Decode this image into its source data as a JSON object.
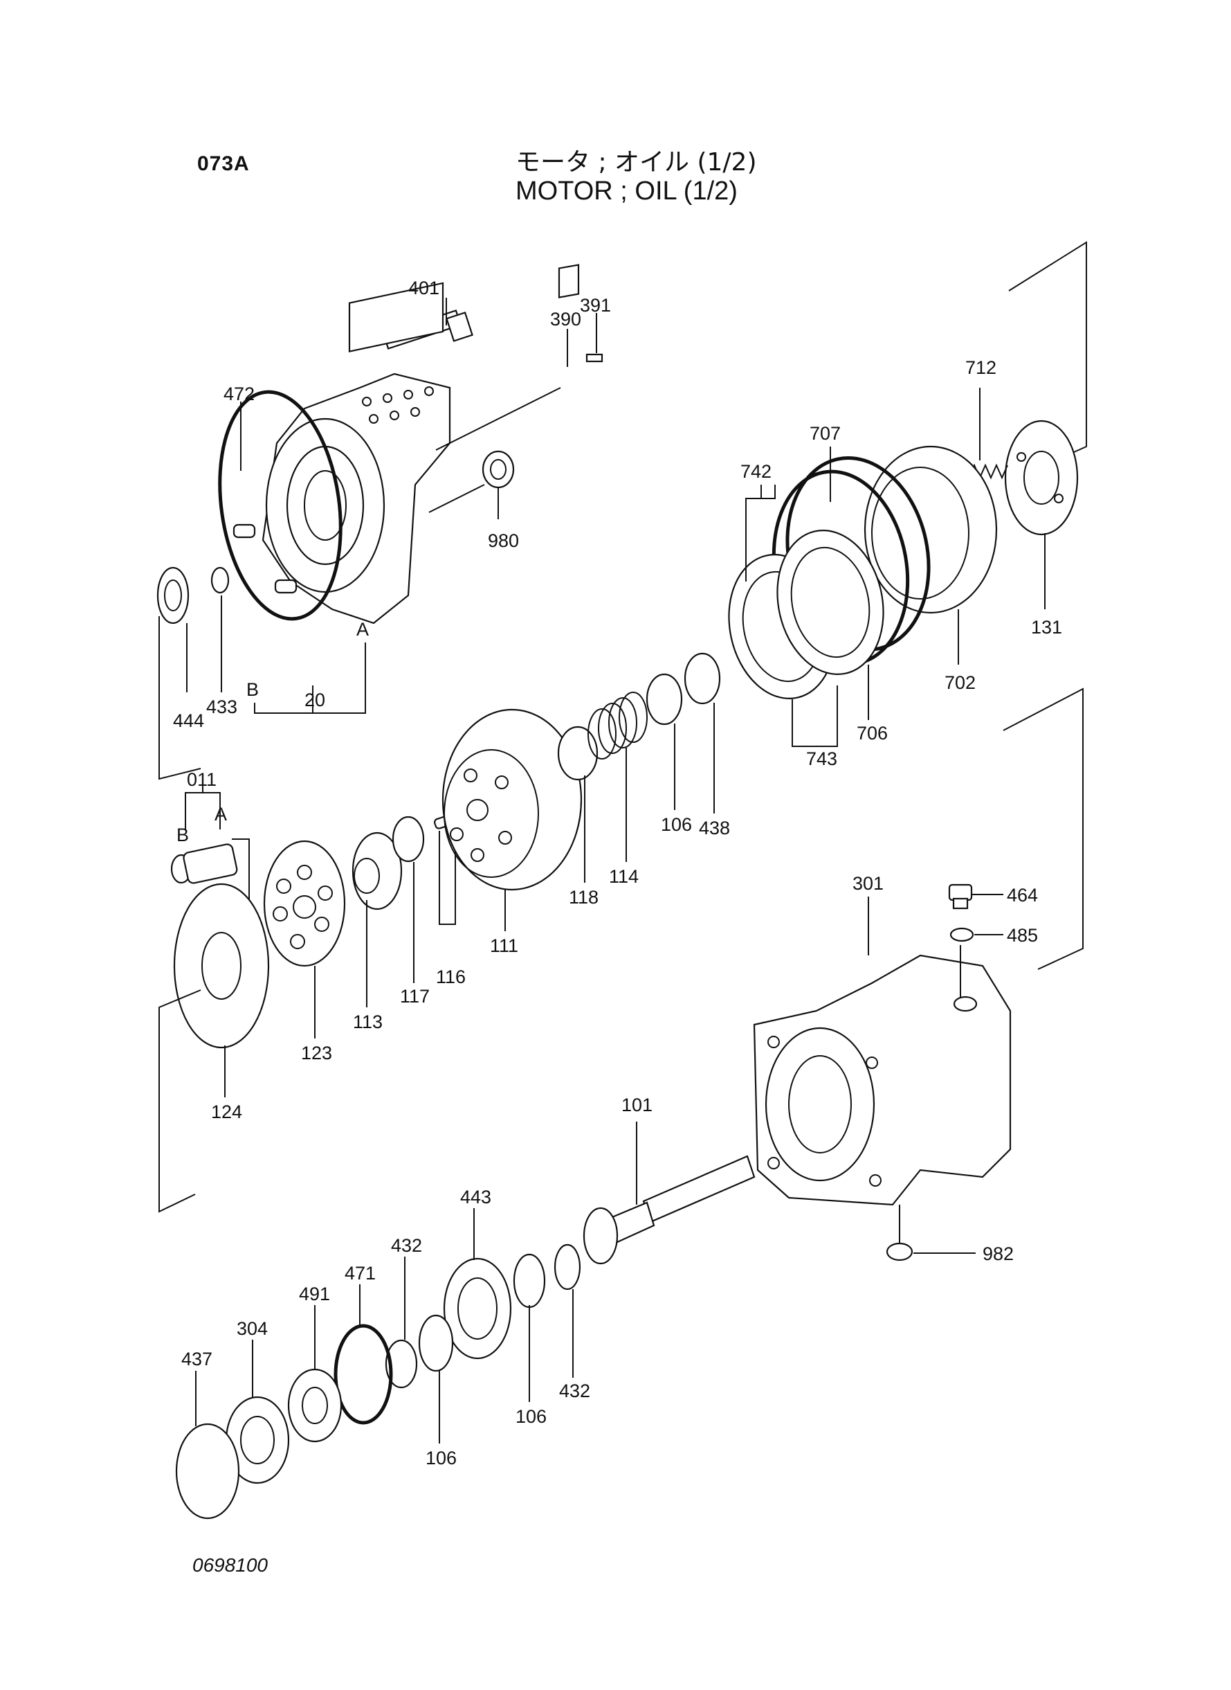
{
  "header": {
    "page_code": "073A",
    "title_jp": "モータ ; オイル (1/2)",
    "title_en": "MOTOR ; OIL (1/2)"
  },
  "footer": {
    "drawing_number": "0698100"
  },
  "callouts": {
    "p401": "401",
    "p391": "391",
    "p390": "390",
    "p472": "472",
    "p980": "980",
    "p712": "712",
    "p707": "707",
    "p742": "742",
    "p131": "131",
    "p702": "702",
    "p706": "706",
    "p743": "743",
    "p444": "444",
    "p433": "433",
    "p20": "20",
    "markA1": "A",
    "markB1": "B",
    "p011": "011",
    "markA2": "A",
    "markB2": "B",
    "p118": "118",
    "p114": "114",
    "p106a": "106",
    "p438": "438",
    "p111": "111",
    "p116": "116",
    "p117": "117",
    "p113": "113",
    "p123": "123",
    "p124": "124",
    "p301": "301",
    "p464": "464",
    "p485": "485",
    "p101": "101",
    "p982": "982",
    "p443": "443",
    "p432a": "432",
    "p471": "471",
    "p491": "491",
    "p304": "304",
    "p437": "437",
    "p106b": "106",
    "p106c": "106",
    "p432b": "432"
  }
}
